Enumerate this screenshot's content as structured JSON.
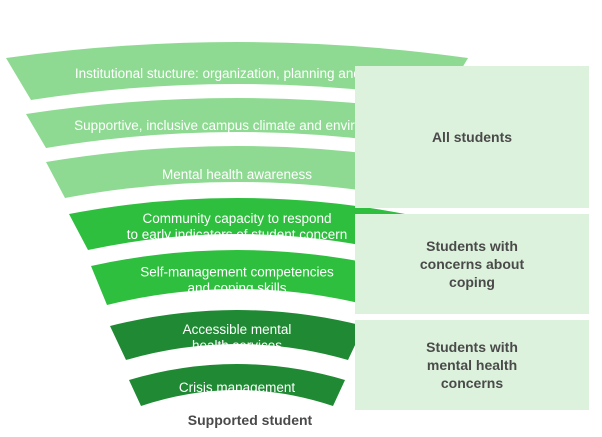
{
  "layers": [
    {
      "lines": [
        "Institutional stucture: organization, planning and policy"
      ],
      "color": "#8fda92"
    },
    {
      "lines": [
        "Supportive, inclusive campus climate and environment"
      ],
      "color": "#8fda92"
    },
    {
      "lines": [
        "Mental health awareness"
      ],
      "color": "#8fda92"
    },
    {
      "lines": [
        "Community capacity to respond",
        "to early indicators of student concern"
      ],
      "color": "#2fbf3f"
    },
    {
      "lines": [
        "Self-management competencies",
        "and coping skills"
      ],
      "color": "#2fbf3f"
    },
    {
      "lines": [
        "Accessible mental",
        "health services"
      ],
      "color": "#1f8a33"
    },
    {
      "lines": [
        "Crisis management"
      ],
      "color": "#1f8a33"
    }
  ],
  "audience": {
    "all": "All students",
    "coping": "Students with\nconcerns about\ncoping",
    "mental_health": "Students with\nmental health\nconcerns"
  },
  "footer": "Supported student",
  "colors": {
    "side_box": "#dcf2dc",
    "side_text": "#4a4a4a"
  }
}
